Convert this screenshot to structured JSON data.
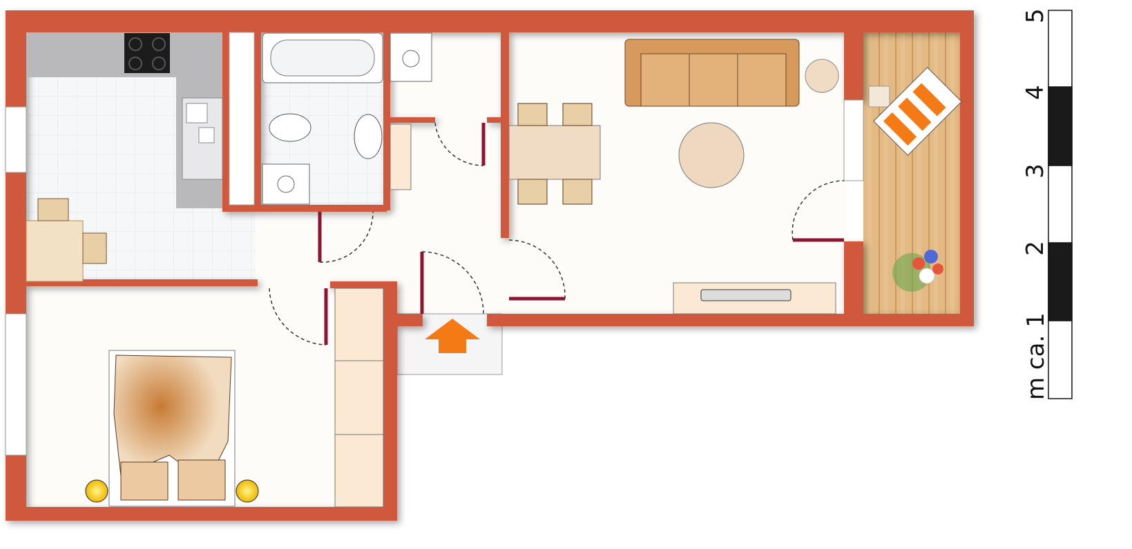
{
  "scale_bar": {
    "unit_label": "m ca. 1",
    "marks": [
      "2",
      "3",
      "4",
      "5"
    ]
  },
  "colors": {
    "wall": "#d0583e",
    "floor": "#fdfcf9",
    "kitchen_tile": "#f4f5f7",
    "counter": "#b9b9bb",
    "wood": "#e0b57e",
    "sofa": "#d59a5c",
    "door": "#8e1530",
    "entry_arrow": "#f47a16"
  }
}
